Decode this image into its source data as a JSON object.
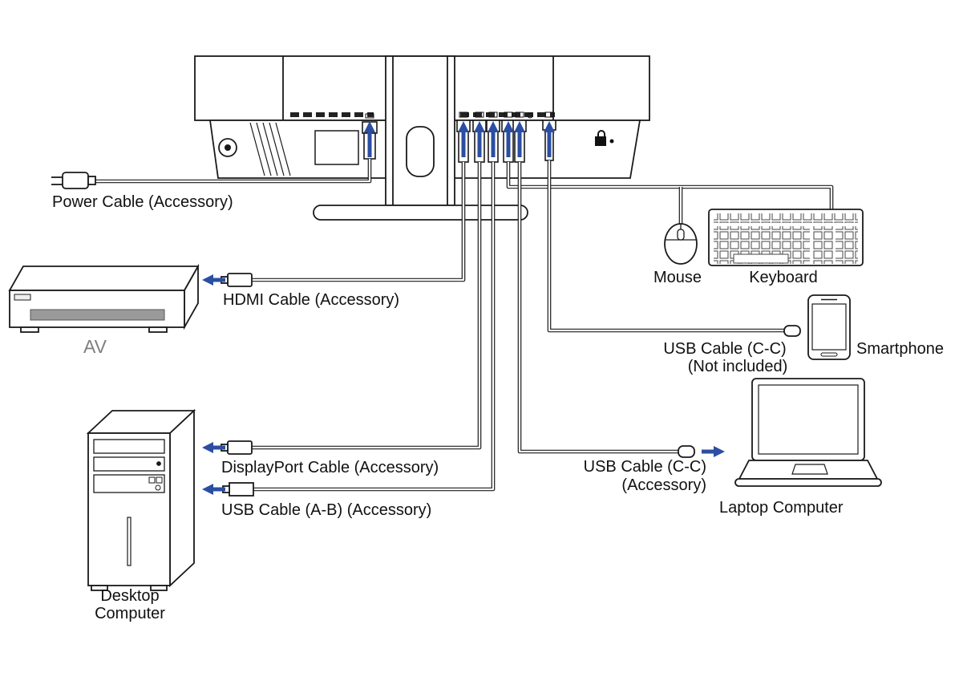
{
  "diagram": {
    "type": "monitor-connection-diagram",
    "colors": {
      "line": "#1a1a1a",
      "arrow": "#2b4ea2",
      "av_label": "#808080",
      "disc_slot": "#9a9a9a"
    },
    "labels": {
      "power_cable": "Power Cable (Accessory)",
      "hdmi_cable": "HDMI Cable (Accessory)",
      "av": "AV",
      "displayport_cable": "DisplayPort Cable (Accessory)",
      "usb_ab_cable": "USB Cable (A-B) (Accessory)",
      "desktop_line1": "Desktop",
      "desktop_line2": "Computer",
      "mouse": "Mouse",
      "keyboard": "Keyboard",
      "usb_cc_not_included_line1": "USB Cable (C-C)",
      "usb_cc_not_included_line2": "(Not included)",
      "smartphone": "Smartphone",
      "usb_cc_accessory_line1": "USB Cable (C-C)",
      "usb_cc_accessory_line2": "(Accessory)",
      "laptop": "Laptop Computer"
    }
  }
}
